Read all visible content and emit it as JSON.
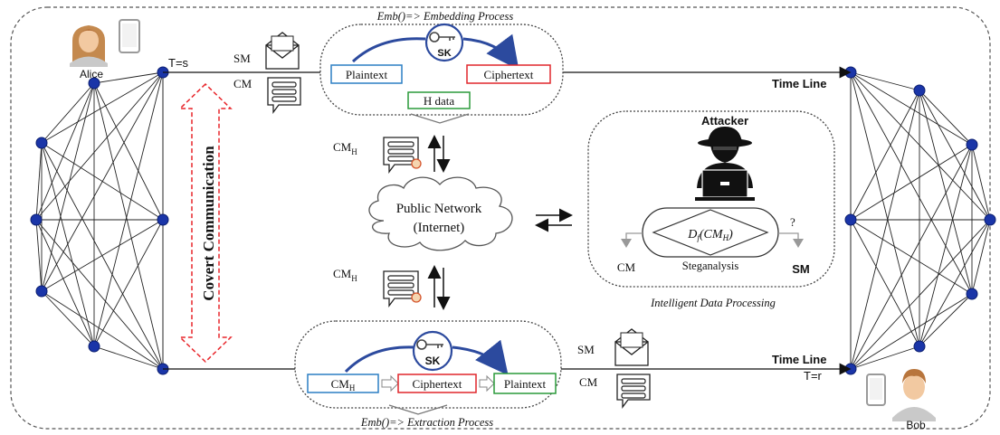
{
  "embedding": {
    "title": "Emb()=> Embedding Process",
    "plaintext": "Plaintext",
    "ciphertext": "Ciphertext",
    "key": "SK",
    "hdata": "H data"
  },
  "extraction": {
    "title": "Emb()=> Extraction Process",
    "cmh_main": "CM",
    "cmh_sub": "H",
    "ciphertext": "Ciphertext",
    "plaintext": "Plaintext",
    "key": "SK"
  },
  "alice": {
    "name": "Alice",
    "time": "T=s",
    "sm": "SM",
    "cm": "CM"
  },
  "bob": {
    "name": "Bob",
    "time": "T=r",
    "sm": "SM",
    "cm": "CM"
  },
  "timeline": {
    "top": "Time Line",
    "bottom": "Time Line"
  },
  "covert": "Covert Communication",
  "network": {
    "line1": "Public Network",
    "line2": "(Internet)"
  },
  "cmh_top": {
    "main": "CM",
    "sub": "H"
  },
  "cmh_bottom": {
    "main": "CM",
    "sub": "H"
  },
  "attacker": {
    "title": "Attacker",
    "detector_main": "D",
    "detector_sub": "f",
    "detector_arg": "(CM",
    "detector_arg_sub": "H",
    "detector_close": ")",
    "question": "?",
    "cm": "CM",
    "sm": "SM",
    "steganalysis": "Steganalysis",
    "caption": "Intelligent Data Processing"
  },
  "colors": {
    "blue_box": "#2b7fc4",
    "red_box": "#e0262b",
    "green_box": "#2a9a3a",
    "node": "#1a35a8",
    "covert_arrow": "#e8262b",
    "sk_arrow": "#2c4a9e"
  }
}
